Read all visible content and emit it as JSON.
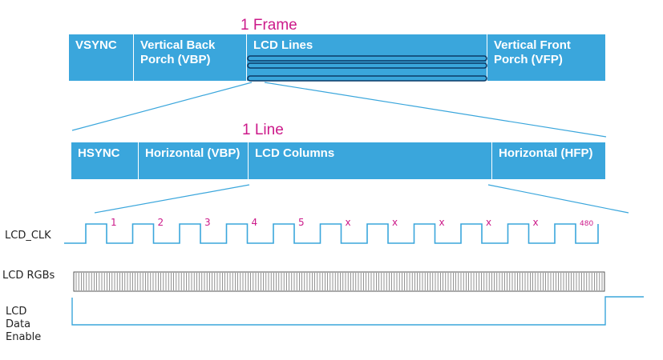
{
  "frame_title": "1 Frame",
  "line_title": "1 Line",
  "frame_segments": [
    {
      "label": "VSYNC"
    },
    {
      "label": "Vertical Back Porch (VBP)"
    },
    {
      "label": "LCD Lines"
    },
    {
      "label": "Vertical Front Porch (VFP)"
    }
  ],
  "line_segments": [
    {
      "label": "HSYNC"
    },
    {
      "label": "Horizontal (VBP)"
    },
    {
      "label": "LCD Columns"
    },
    {
      "label": "Horizontal (HFP)"
    }
  ],
  "signals": {
    "clk": "LCD_CLK",
    "rgb": "LCD RGBs",
    "de": "LCD Data Enable"
  },
  "pulse_labels": [
    "1",
    "2",
    "3",
    "4",
    "5",
    "x",
    "x",
    "x",
    "x",
    "x",
    "480"
  ],
  "colors": {
    "box_fill": "#3aa6dc",
    "title": "#cc1a8a",
    "line_blue": "#3aa6dc",
    "lines_stroke": "#0b3a66"
  }
}
